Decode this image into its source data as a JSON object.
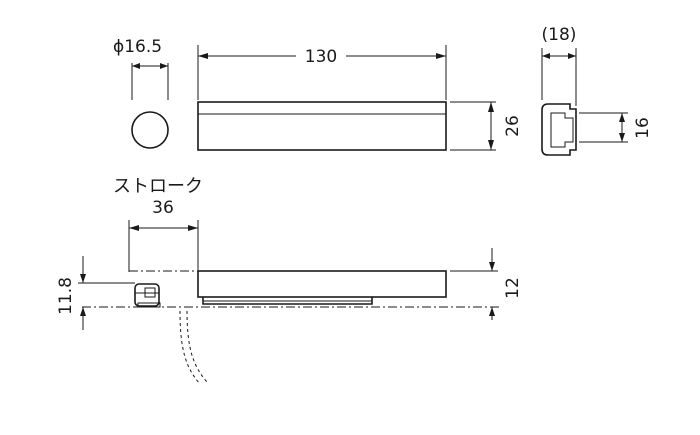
{
  "dimensions": {
    "diameter": "ϕ16.5",
    "length": "130",
    "height_front": "26",
    "side_width": "(18)",
    "side_height": "16",
    "stroke_label": "ストローク",
    "stroke_value": "36",
    "thickness": "12",
    "knob_height": "11.8"
  }
}
